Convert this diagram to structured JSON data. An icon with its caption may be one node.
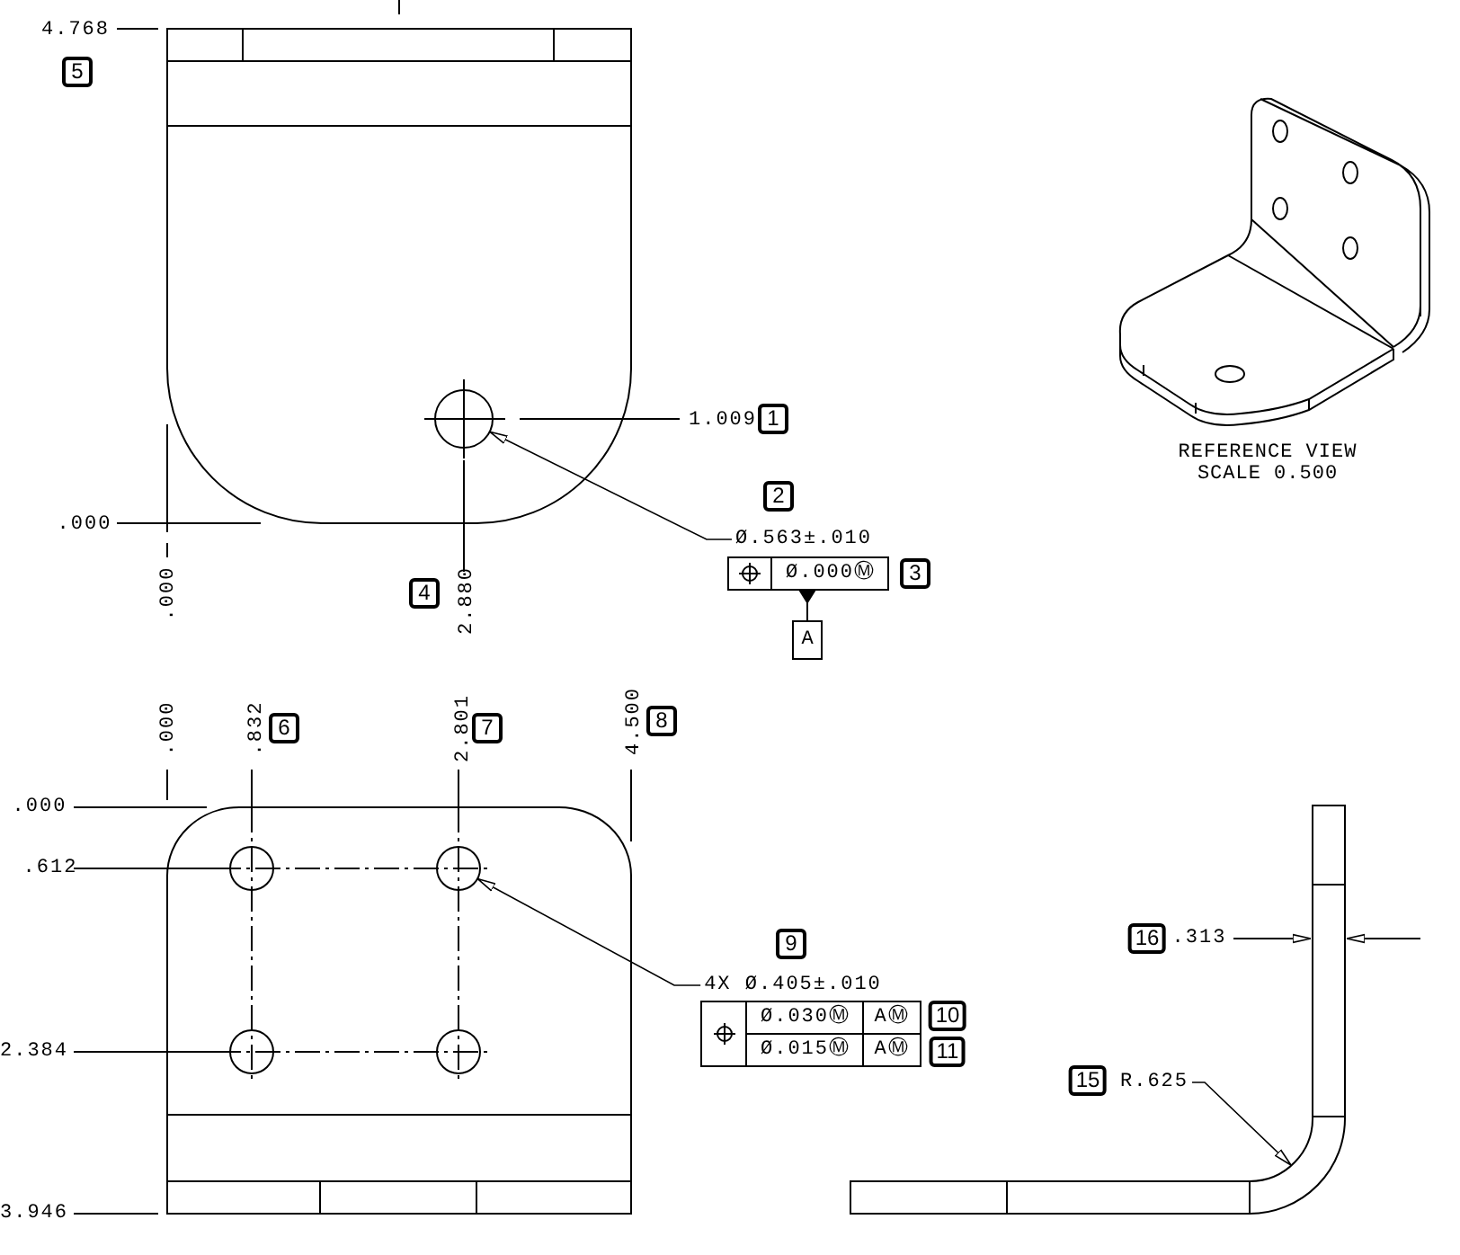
{
  "diagram": {
    "nodes": [
      {
        "text": [
          "Ø.563±.010"
        ]
      },
      {
        "text": [],
        "shape": "circle"
      },
      {
        "text": [
          "A"
        ]
      },
      {
        "text": [
          "4X Ø.405±.010"
        ]
      },
      {
        "text": [],
        "shape": "circle"
      },
      {
        "text": [
          "R.625"
        ]
      }
    ],
    "edges": [
      {
        "from": 0,
        "to": 1,
        "arrow": "to"
      },
      {
        "from": 3,
        "to": 4,
        "arrow": "to"
      },
      {
        "from": 5,
        "to": null,
        "arrow": "to"
      }
    ],
    "labels": [
      "4.768",
      "5",
      "1.009",
      "1",
      "2",
      ".000",
      ".000",
      "4",
      "2.880",
      "Ø.000Ⓜ",
      "3",
      "REFERENCE VIEW SCALE 0.500",
      ".000",
      ".832",
      "6",
      "2.801",
      "7",
      "4.500",
      "8",
      ".000",
      ".612",
      "9",
      "16",
      ".313",
      "Ø.030Ⓜ",
      "AⓂ",
      "10",
      "2.384",
      "Ø.015Ⓜ",
      "AⓂ",
      "11",
      "15",
      "3.946"
    ]
  }
}
